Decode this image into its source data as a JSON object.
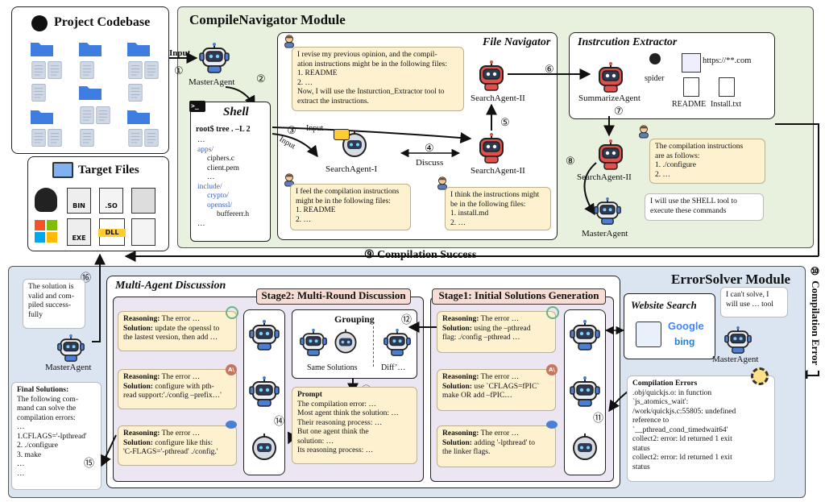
{
  "project": {
    "title": "Project Codebase"
  },
  "target": {
    "title": "Target Files",
    "icons": [
      "linux-icon",
      "bin-file-icon",
      "so-file-icon",
      "binary-file-icon",
      "windows-icon",
      "exe-file-icon",
      "dll-file-icon",
      "config-file-icon"
    ]
  },
  "compile": {
    "title": "CompileNavigator Module",
    "input1": "Input",
    "step1": "①",
    "step2": "②",
    "step3": "③",
    "step4": "④",
    "step5": "⑤",
    "step6": "⑥",
    "step7": "⑦",
    "step8": "⑧",
    "step9": "⑨",
    "master1": "MasterAgent",
    "shell": {
      "title": "Shell",
      "cmd": "root$ tree . –L 2",
      "lines": [
        "…",
        "apps/",
        "ciphers.c",
        "client.pem",
        "…",
        "include/",
        "crypto/",
        "openssl/",
        "buffererr.h",
        "…"
      ]
    },
    "input2": "Input",
    "input3": "Input",
    "file_nav": {
      "title": "File Navigator",
      "bubble_top": [
        "I revise my previous opinion, and the compil-",
        "ation instructions might be in the following files:",
        "1. README",
        "2. …",
        "Now, I will use the Insturction_Extractor tool to",
        "extract the instructions."
      ],
      "agent_top": "SearchAgent-II",
      "agent_left": "SearchAgent-I",
      "agent_right": "SearchAgent-II",
      "discuss": "Discuss",
      "bubble_left": [
        "I feel the compilation instructions",
        "might be in the following files:",
        "1. README",
        "2. …"
      ],
      "bubble_right": [
        "I think the instructions might",
        "be in the following files:",
        "1. install.md",
        "2. …"
      ]
    },
    "extractor": {
      "title": "Instrcution Extractor",
      "url": "https://**.com",
      "spider": "spider",
      "agent": "SummarizeAgent",
      "readme": "README",
      "install": "Install.txt",
      "agent2": "SearchAgent-II",
      "bubble": [
        "The compilation instructions",
        "are as follows:",
        "1. ./configure",
        "2. …"
      ],
      "master": "MasterAgent",
      "bubble2": [
        "I will use the SHELL tool to",
        "execute these commands"
      ]
    },
    "success": "Compilation Success"
  },
  "error_side": {
    "step10": "⑩",
    "label": "Compilation Error"
  },
  "errorsolver": {
    "title": "ErrorSolver Module",
    "mad_title": "Multi-Agent Discussion",
    "stage2": "Stage2: Multi-Round Discussion",
    "stage1": "Stage1: Initial Solutions Generation",
    "grouping": "Grouping",
    "same": "Same Solutions",
    "diff": "Diff’…",
    "step11": "⑪",
    "step12": "⑫",
    "step13": "⑬",
    "step14": "⑭",
    "step15": "⑮",
    "step16": "⑯",
    "stage2_cards": [
      {
        "reason": "The error …",
        "solution": [
          "update the openssl to",
          "the lastest version, then add …"
        ]
      },
      {
        "reason": "The error …",
        "solution": [
          "configure with pth-",
          "read support:'./config –prefix…'"
        ]
      },
      {
        "reason": "The error …",
        "solution": [
          "configure like this:",
          "'C-FLAGS='-pthread' ./config.'"
        ]
      }
    ],
    "stage1_cards": [
      {
        "reason": "The error …",
        "solution": [
          "using the –pthread",
          "flag: ./config –pthread …"
        ]
      },
      {
        "reason": "The error …",
        "solution": [
          "use `CFLAGS=fPIC`",
          "make OR add –fPIC…"
        ]
      },
      {
        "reason": "The error …",
        "solution": [
          "adding '-lpthread' to",
          "the linker flags."
        ]
      }
    ],
    "reasoning_label": "Reasoning:",
    "solution_label": "Solution:",
    "prompt": {
      "title": "Prompt",
      "lines": [
        "The compilation error: …",
        "Most agent think the solution: …",
        "Their reasoning process: …",
        "But one agent think the",
        "solution: …",
        "Its reasoning process: …"
      ]
    },
    "website": {
      "title": "Website Search",
      "google": "Google",
      "bing": "bing"
    },
    "master_err": "MasterAgent",
    "master_err_bubble": [
      "I can't solve, I",
      "will use … tool"
    ],
    "comp_errors": {
      "title": "Compilation Errors",
      "lines": [
        ".obj/quickjs.o: in function",
        "`js_atomics_wait':",
        "/work/quickjs.c:55805: undefined",
        "reference to",
        "`__pthread_cond_timedwait64'",
        "collect2: error: ld returned 1 exit",
        "status",
        "collect2: error: ld returned 1 exit",
        "status"
      ]
    },
    "master_final": "MasterAgent",
    "final_bubble": [
      "The solution is",
      "valid and com-",
      "piled success-",
      "fully"
    ],
    "final": {
      "title": "Final Solutions:",
      "lines": [
        "The following com-",
        "mand can solve the",
        "compilation errors:",
        "…",
        "1.CFLAGS='-lpthread'",
        "2. ./configure",
        "3. make",
        "…",
        "…"
      ]
    }
  },
  "colors": {
    "green_bg": "#e8f1de",
    "blue_bg": "#dbe5f1",
    "bubble": "#fdf1cf",
    "robot_red": "#e2504c",
    "robot_blue": "#4a7fd4",
    "folder": "#3d7ee0"
  }
}
